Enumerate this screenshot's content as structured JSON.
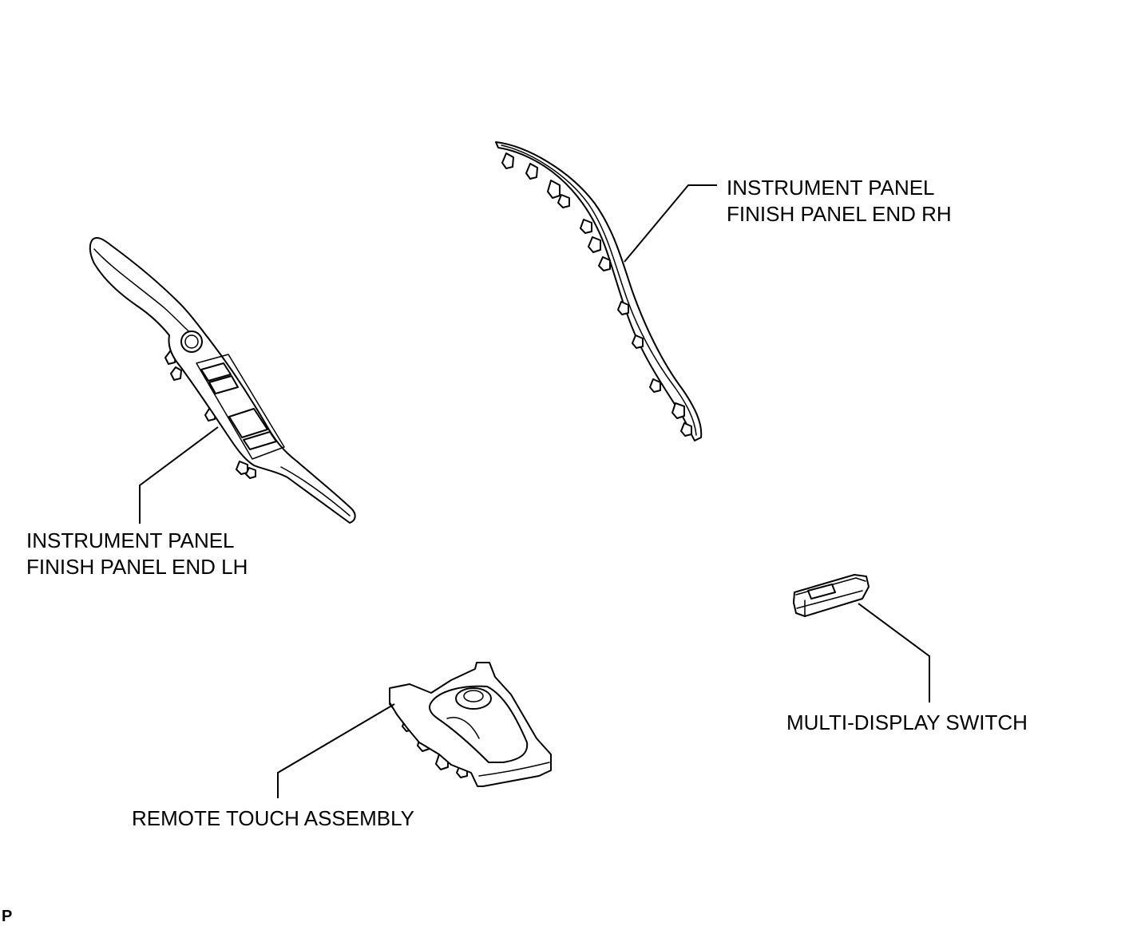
{
  "diagram": {
    "parts": [
      {
        "label_lines": [
          "INSTRUMENT PANEL",
          "FINISH PANEL END RH"
        ]
      },
      {
        "label_lines": [
          "INSTRUMENT PANEL",
          "FINISH PANEL END LH"
        ]
      },
      {
        "label_lines": [
          "MULTI-DISPLAY SWITCH"
        ]
      },
      {
        "label_lines": [
          "REMOTE TOUCH ASSEMBLY"
        ]
      }
    ],
    "corner_mark": "P"
  },
  "colors": {
    "line": "#000000",
    "background": "#ffffff"
  }
}
